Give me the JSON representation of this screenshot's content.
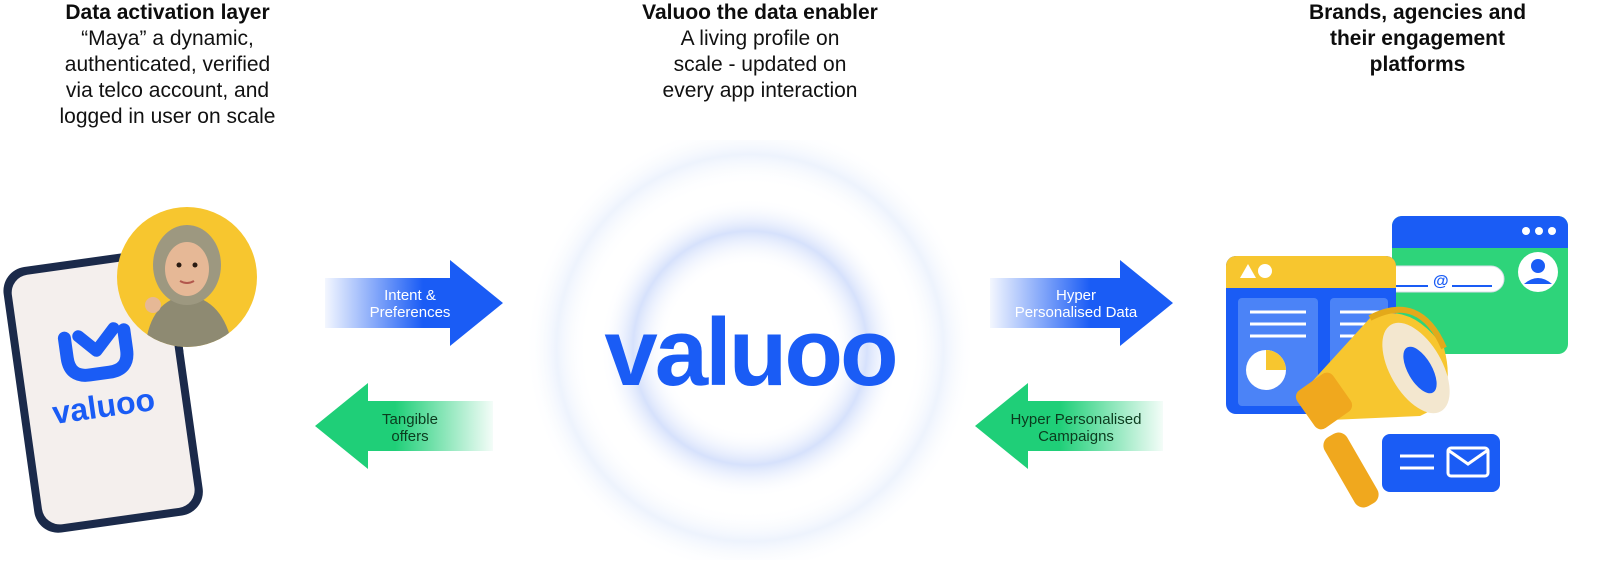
{
  "left": {
    "title": "Data activation layer",
    "lines": [
      "“Maya” a dynamic,",
      "authenticated, verified",
      "via telco account, and",
      "logged in user on scale"
    ],
    "phone_logo_text": "valuoo"
  },
  "middle": {
    "title": "Valuoo the data enabler",
    "lines": [
      "A living profile on",
      "scale - updated on",
      "every app interaction"
    ],
    "logo_text": "valuoo"
  },
  "right": {
    "title_lines": [
      "Brands, agencies and",
      "their engagement",
      "platforms"
    ]
  },
  "arrows": {
    "intent": [
      "Intent &",
      "Preferences"
    ],
    "offers": [
      "Tangible",
      "offers"
    ],
    "hyper_data": [
      "Hyper",
      "Personalised Data"
    ],
    "hyper_campaigns": [
      "Hyper Personalised",
      "Campaigns"
    ]
  },
  "colors": {
    "brand_blue": "#1a5cf5",
    "arrow_green": "#1fcf78",
    "avatar_yellow": "#f7c62f",
    "screen_green": "#2ed47a"
  },
  "icons": [
    "smartphone-icon",
    "avatar-photo",
    "browser-window-icon",
    "megaphone-icon",
    "envelope-icon",
    "user-icon",
    "pie-chart-icon"
  ]
}
